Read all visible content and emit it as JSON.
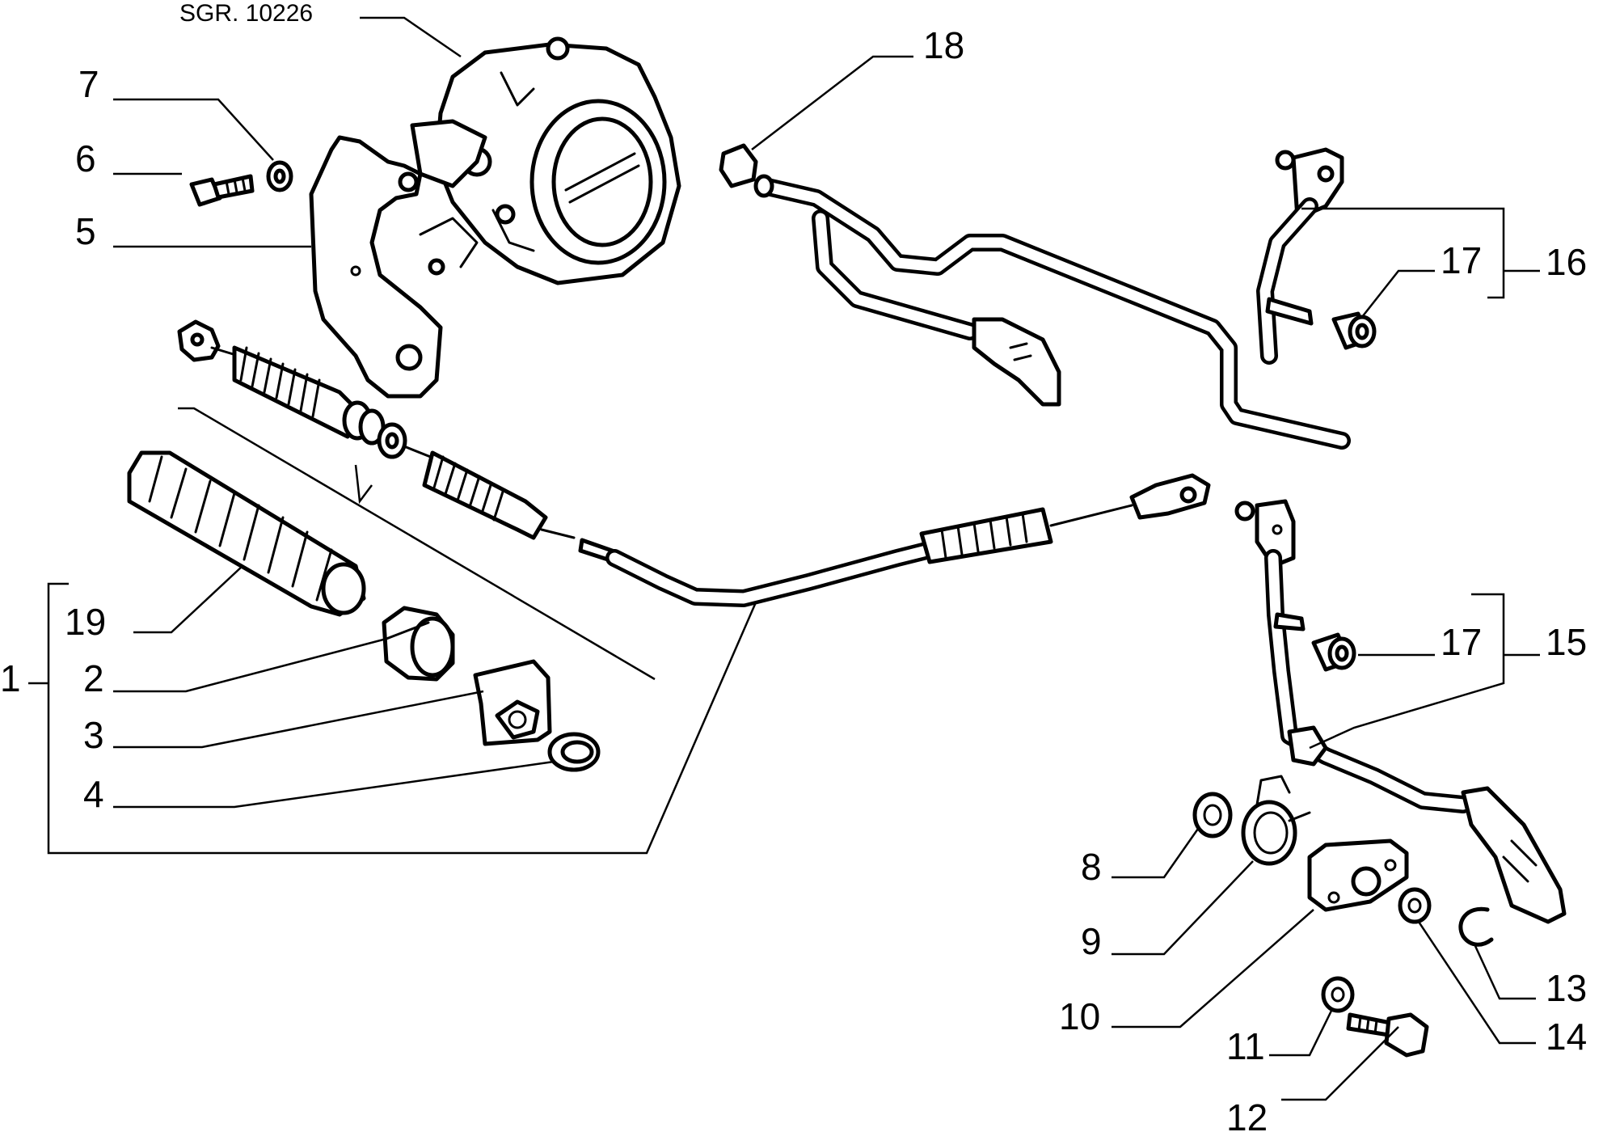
{
  "diagram": {
    "reference": "SGR. 10226",
    "labels": {
      "l1": "1",
      "l2": "2",
      "l3": "3",
      "l4": "4",
      "l5": "5",
      "l6": "6",
      "l7": "7",
      "l8": "8",
      "l9": "9",
      "l10": "10",
      "l11": "11",
      "l12": "12",
      "l13": "13",
      "l14": "14",
      "l15": "15",
      "l16": "16",
      "l17a": "17",
      "l17b": "17",
      "l18": "18",
      "l19": "19"
    }
  }
}
